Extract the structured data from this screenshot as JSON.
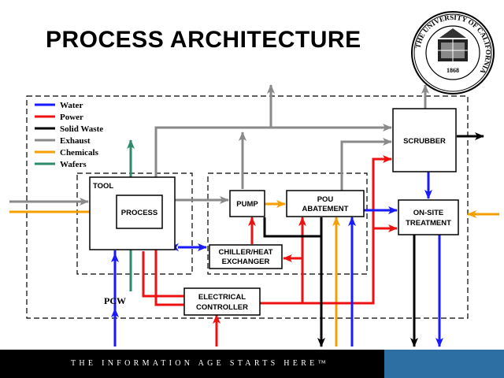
{
  "title": "PROCESS ARCHITECTURE",
  "seal": {
    "ring_text": "THE UNIVERSITY OF CALIFORNIA",
    "year": "1868"
  },
  "legend": [
    {
      "label": "Water",
      "color": "#1a1aff"
    },
    {
      "label": "Power",
      "color": "#ee1111"
    },
    {
      "label": "Solid Waste",
      "color": "#000000"
    },
    {
      "label": "Exhaust",
      "color": "#8a8a8a"
    },
    {
      "label": "Chemicals",
      "color": "#f5a000"
    },
    {
      "label": "Wafers",
      "color": "#2e8b6a"
    }
  ],
  "nodes": {
    "tool": "TOOL",
    "process": "PROCESS",
    "pump": "PUMP",
    "pou_line1": "POU",
    "pou_line2": "ABATEMENT",
    "scrubber": "SCRUBBER",
    "onsite_line1": "ON-SITE",
    "onsite_line2": "TREATMENT",
    "chiller_line1": "CHILLER/HEAT",
    "chiller_line2": "EXCHANGER",
    "electrical_line1": "ELECTRICAL",
    "electrical_line2": "CONTROLLER",
    "pcw": "PCW"
  },
  "footer": {
    "tagline": "THE INFORMATION AGE STARTS HERE™"
  }
}
